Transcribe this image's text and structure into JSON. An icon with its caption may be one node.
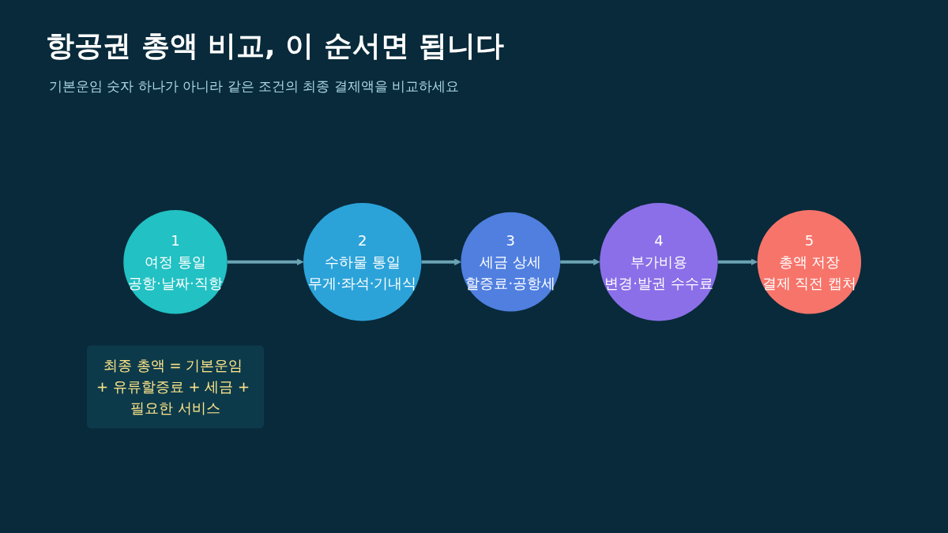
{
  "diagram": {
    "title": "항공권 총액 비교, 이 순서면 됩니다",
    "nodes": [
      {
        "text": [
          "1",
          "여정 통일",
          "공항·날짜·직항"
        ]
      },
      {
        "text": [
          "2",
          "수하물 통일",
          "무게·좌석·기내식"
        ]
      },
      {
        "text": [
          "3",
          "세금 상세",
          "할증료·공항세"
        ]
      },
      {
        "text": [
          "4",
          "부가비용",
          "변경·발권 수수료"
        ]
      },
      {
        "text": [
          "5",
          "총액 저장",
          "결제 직전 캡처"
        ]
      },
      {
        "text": [
          "최종 총액 = 기본운임 + 유류할증료 + 세금 + 필요한 서비스"
        ]
      }
    ],
    "edges": [
      {
        "from": 0,
        "to": 1,
        "arrow": "to"
      },
      {
        "from": 1,
        "to": 2,
        "arrow": "to"
      },
      {
        "from": 2,
        "to": 3,
        "arrow": "to"
      },
      {
        "from": 3,
        "to": 4,
        "arrow": "to"
      }
    ],
    "labels": [
      "기본운임 숫자 하나가 아니라 같은 조건의 최종 결제액을 비교하세요"
    ]
  }
}
